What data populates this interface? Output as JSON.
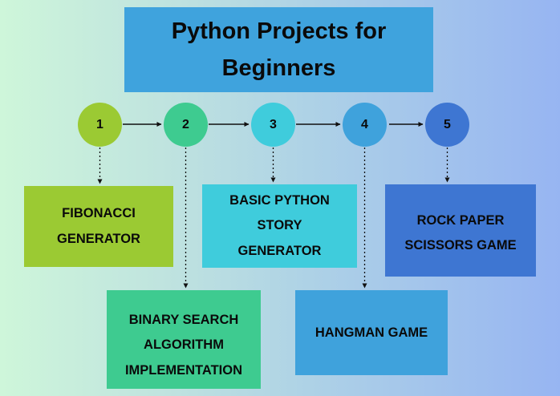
{
  "title": {
    "text": "Python Projects for Beginners"
  },
  "steps": [
    {
      "number": "1",
      "label": "FIBONACCI GENERATOR",
      "color": "#9bca33"
    },
    {
      "number": "2",
      "label": "BINARY SEARCH ALGORITHM IMPLEMENTATION",
      "color": "#3ecb90"
    },
    {
      "number": "3",
      "label": "BASIC PYTHON STORY GENERATOR",
      "color": "#3fccdc"
    },
    {
      "number": "4",
      "label": "HANGMAN GAME",
      "color": "#3fa2dc"
    },
    {
      "number": "5",
      "label": "ROCK PAPER SCISSORS GAME",
      "color": "#3e76d2"
    }
  ],
  "colors": {
    "title_bg": "#3fa3dd",
    "background_left": "#cef6da",
    "background_right": "#97b5f2",
    "connector": "#111111",
    "label_text": "#0a0a0a"
  }
}
